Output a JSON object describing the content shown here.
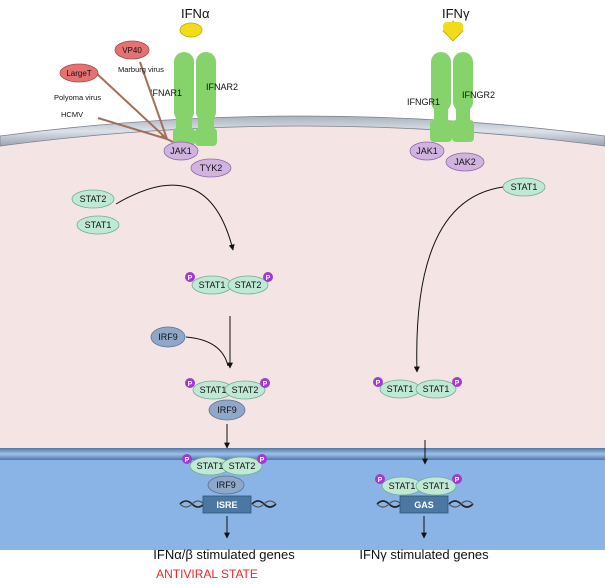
{
  "ligands": {
    "ifna": "IFNα",
    "ifng": "IFNγ"
  },
  "receptors": {
    "ifnar1": "IFNAR1",
    "ifnar2": "IFNAR2",
    "ifngr1": "IFNGR1",
    "ifngr2": "IFNGR2"
  },
  "viral": {
    "vp40": "VP40",
    "marburg": "Marburg virus",
    "larget": "LargeT",
    "polyoma": "Polyoma virus",
    "hcmv": "HCMV"
  },
  "kinases": {
    "jak1_left": "JAK1",
    "tyk2": "TYK2",
    "jak1_right": "JAK1",
    "jak2": "JAK2"
  },
  "cytoplasm": {
    "stat2_free": "STAT2",
    "stat1_free_left": "STAT1",
    "stat1_free_right": "STAT1",
    "irf9_free": "IRF9"
  },
  "complexes": {
    "dimer12": {
      "a": "STAT1",
      "b": "STAT2"
    },
    "isgf3_cyto": {
      "a": "STAT1",
      "b": "STAT2",
      "irf9": "IRF9"
    },
    "gaf_cyto": {
      "a": "STAT1",
      "b": "STAT1"
    },
    "isgf3_nuc": {
      "a": "STAT1",
      "b": "STAT2",
      "irf9": "IRF9"
    },
    "gaf_nuc": {
      "a": "STAT1",
      "b": "STAT1"
    }
  },
  "phospho": "P",
  "dna": {
    "isre": "ISRE",
    "gas": "GAS"
  },
  "outputs": {
    "left": "IFNα/β stimulated genes",
    "antiviral": "ANTIVIRAL STATE",
    "right": "IFNγ stimulated genes"
  },
  "colors": {
    "cytoplasm": "#f5e4e4",
    "nucleus": "#8bb4e6",
    "receptor": "#86d36c",
    "stat": "#bfe9d4",
    "kinase": "#d1b3e0",
    "irf9": "#8fa8c9",
    "phospho": "#a03ad0",
    "viral": "#e47272",
    "antiviral": "#e52a2a",
    "ligand": "#f2dc17"
  }
}
